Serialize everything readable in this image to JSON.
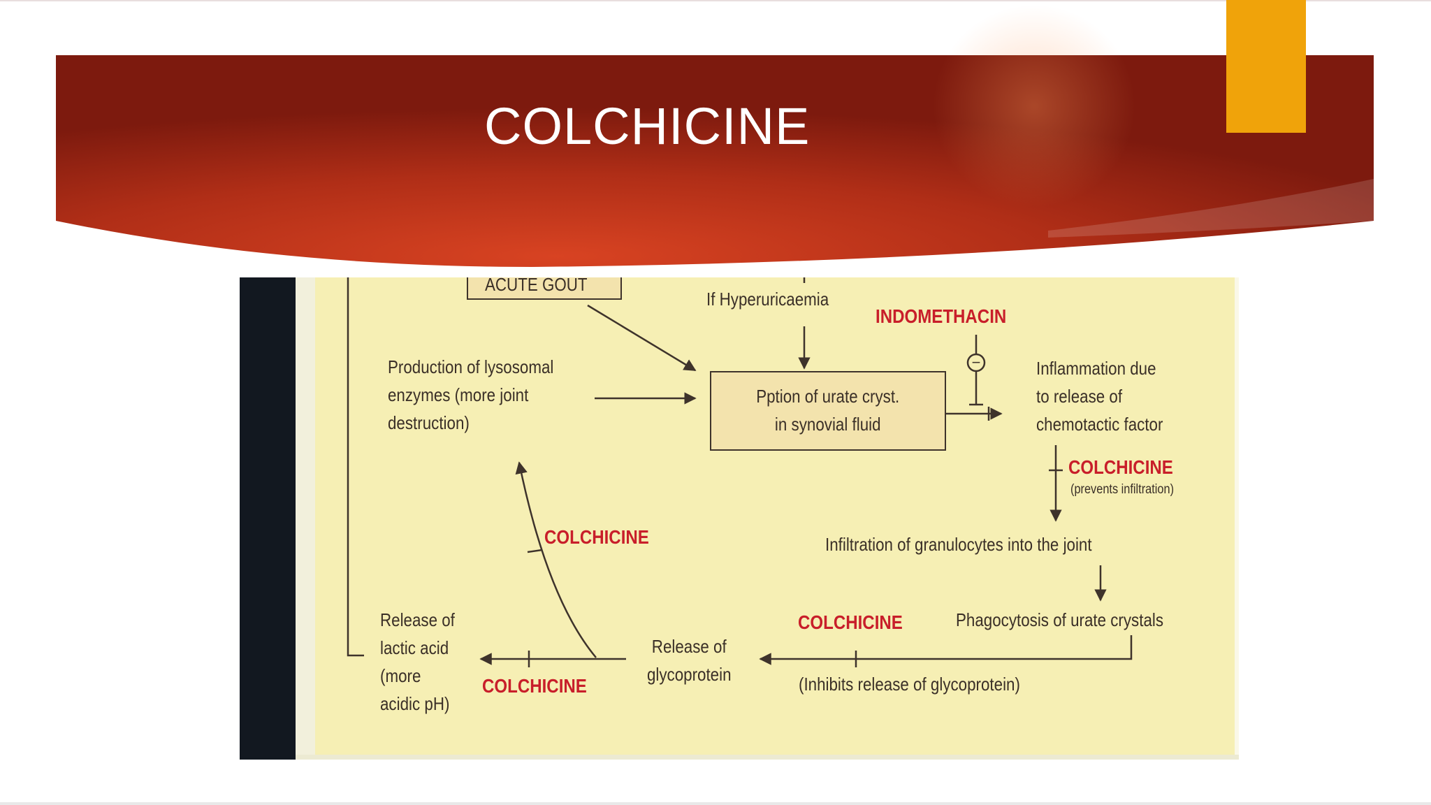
{
  "slide": {
    "title": "COLCHICINE",
    "colors": {
      "banner_dark": "#7d1a0e",
      "banner_light": "#d84322",
      "accent_tab": "#f0a30a",
      "figure_bg": "#f6efb4",
      "drug_label": "#c81e2a"
    }
  },
  "diagram": {
    "acute_gout_box": "ACUTE GOUT",
    "hyperuricaemia": "If Hyperuricaemia",
    "indomethacin": "INDOMETHACIN",
    "urate_box": "Pption of urate cryst.\nin synovial fluid",
    "lysosomal": "Production of lysosomal\nenzymes (more joint\ndestruction)",
    "inflammation": "Inflammation due\nto release of\nchemotactic factor",
    "colchicine_1": "COLCHICINE",
    "prevents_infiltration": "(prevents infiltration)",
    "infiltration": "Infiltration of granulocytes into the joint",
    "colchicine_2": "COLCHICINE",
    "phagocytosis": "Phagocytosis of urate crystals",
    "colchicine_3": "COLCHICINE",
    "release_glycoprotein": "Release of\nglycoprotein",
    "inhibits_release": "(Inhibits release of glycoprotein)",
    "release_lactic": "Release of\nlactic acid\n(more\nacidic pH)",
    "colchicine_4": "COLCHICINE",
    "inhibit_symbol": "−"
  }
}
